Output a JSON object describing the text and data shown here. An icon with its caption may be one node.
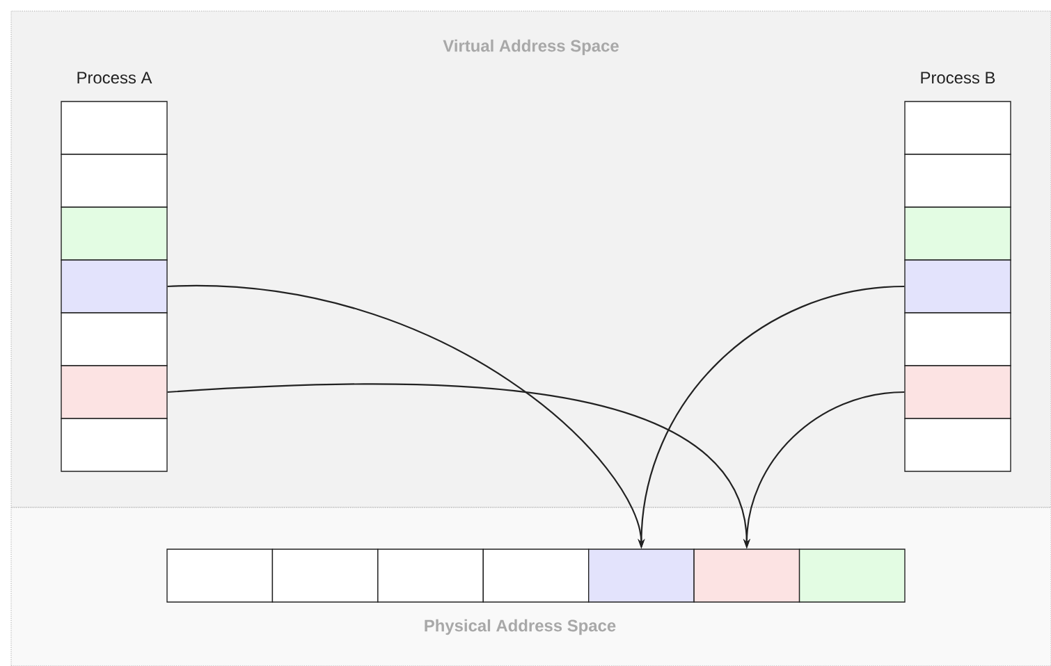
{
  "diagram": {
    "nodes": [
      {
        "text": [
          "Virtual Address Space"
        ]
      },
      {
        "text": [
          "Physical Address Space"
        ]
      },
      {
        "text": [],
        "shape": "box",
        "in": 0
      },
      {
        "text": [],
        "shape": "box",
        "in": 0
      },
      {
        "text": [],
        "shape": "box",
        "in": 0
      },
      {
        "text": [],
        "shape": "box",
        "in": 0
      },
      {
        "text": [],
        "shape": "box",
        "in": 0
      },
      {
        "text": [],
        "shape": "box",
        "in": 0
      },
      {
        "text": [],
        "shape": "box",
        "in": 0
      },
      {
        "text": [],
        "shape": "box",
        "in": 0
      },
      {
        "text": [],
        "shape": "box",
        "in": 0
      },
      {
        "text": [],
        "shape": "box",
        "in": 0
      },
      {
        "text": [],
        "shape": "box",
        "in": 0
      },
      {
        "text": [],
        "shape": "box",
        "in": 0
      },
      {
        "text": [],
        "shape": "box",
        "in": 0
      },
      {
        "text": [],
        "shape": "box",
        "in": 0
      },
      {
        "text": [],
        "shape": "box",
        "in": 1
      },
      {
        "text": [],
        "shape": "box",
        "in": 1
      },
      {
        "text": [],
        "shape": "box",
        "in": 1
      },
      {
        "text": [],
        "shape": "box",
        "in": 1
      },
      {
        "text": [],
        "shape": "box",
        "in": 1
      },
      {
        "text": [],
        "shape": "box",
        "in": 1
      },
      {
        "text": [],
        "shape": "box",
        "in": 1
      }
    ],
    "edges": [
      {
        "from": 5,
        "to": 20,
        "arrow": "to"
      },
      {
        "from": 7,
        "to": 21,
        "arrow": "to"
      },
      {
        "from": 12,
        "to": 20,
        "arrow": "to"
      },
      {
        "from": 14,
        "to": 21,
        "arrow": "to"
      }
    ],
    "labels": [
      "Process A",
      "Process B"
    ]
  }
}
